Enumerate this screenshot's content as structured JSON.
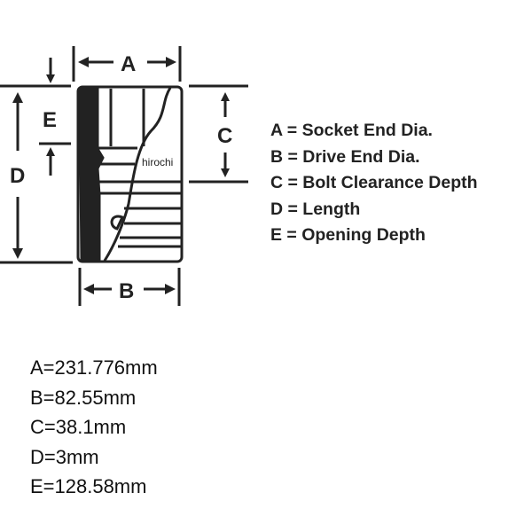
{
  "diagram": {
    "labels": {
      "a": "A",
      "b": "B",
      "c": "C",
      "d": "D",
      "e": "E"
    },
    "watermark": "hirochi"
  },
  "legend": [
    "A = Socket End Dia.",
    "B = Drive End Dia.",
    "C = Bolt Clearance Depth",
    "D = Length",
    "E = Opening Depth"
  ],
  "specs": [
    "A=231.776mm",
    "B=82.55mm",
    "C=38.1mm",
    "D=3mm",
    "E=128.58mm"
  ]
}
